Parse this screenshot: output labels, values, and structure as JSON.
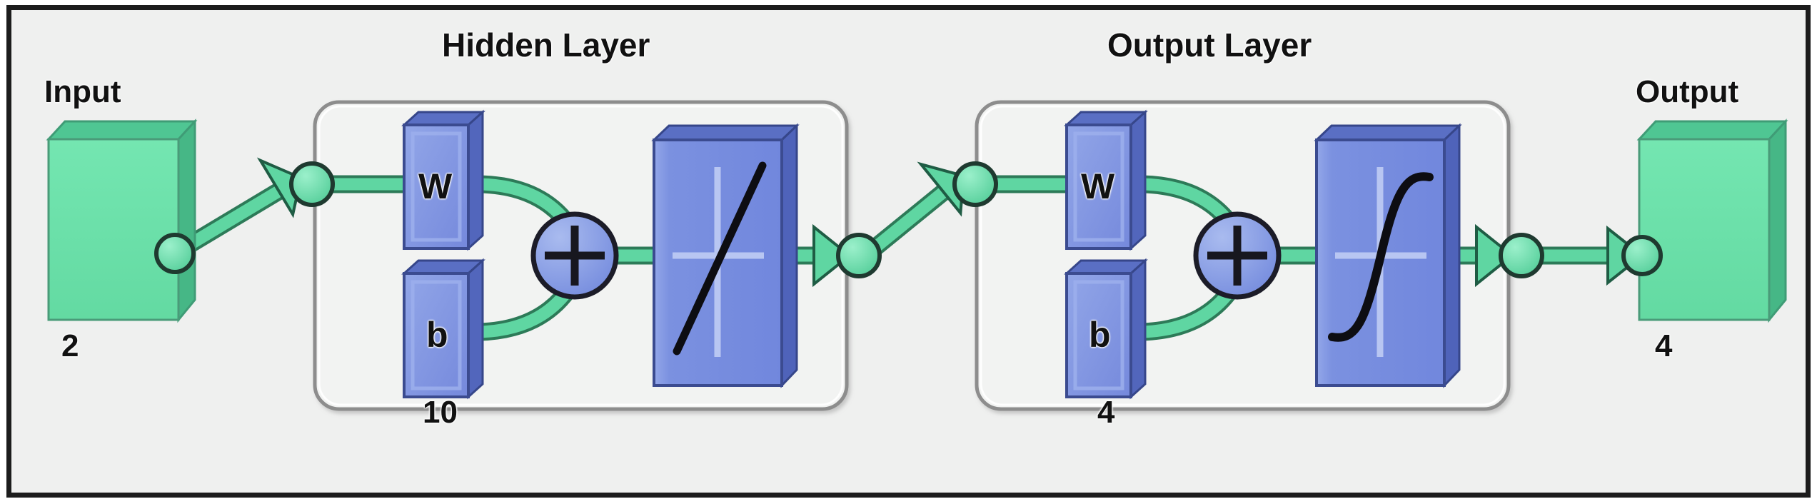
{
  "diagram": {
    "kind": "neural-network-architecture",
    "background_color": "#eff0ef",
    "frame_color": "#1c1c1c",
    "signal_color": "#5fd6a2",
    "signal_edge_color": "#1f6b4c",
    "block_color": "#7b91e0",
    "block_edge_color": "#3a4a8c",
    "io_color": "#6ee3ac"
  },
  "input": {
    "label": "Input",
    "count": "2",
    "node_name": "input-port-node"
  },
  "output": {
    "label": "Output",
    "count": "4",
    "node_name": "output-port-node"
  },
  "layers": [
    {
      "title": "Hidden Layer",
      "count": "10",
      "weight_label": "W",
      "bias_label": "b",
      "sum_symbol": "+",
      "transfer_function": "linear"
    },
    {
      "title": "Output Layer",
      "count": "4",
      "weight_label": "W",
      "bias_label": "b",
      "sum_symbol": "+",
      "transfer_function": "sigmoid"
    }
  ]
}
